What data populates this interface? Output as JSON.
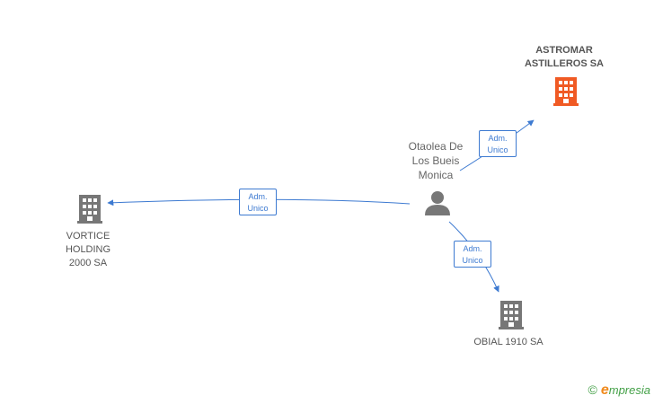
{
  "colors": {
    "edge": "#3d7ad1",
    "company": "#777777",
    "focus_company": "#f05a24",
    "person": "#777777"
  },
  "nodes": {
    "astromar": {
      "lines": [
        "ASTROMAR",
        "ASTILLEROS SA"
      ],
      "icon": "building-icon"
    },
    "person": {
      "lines": [
        "Otaolea De",
        "Los Bueis",
        "Monica"
      ],
      "icon": "person-icon"
    },
    "vortice": {
      "lines": [
        "VORTICE",
        "HOLDING",
        "2000 SA"
      ],
      "icon": "building-icon"
    },
    "obial": {
      "lines": [
        "OBIAL 1910 SA"
      ],
      "icon": "building-icon"
    }
  },
  "edges": [
    {
      "id": "to-astromar",
      "label": [
        "Adm.",
        "Unico"
      ]
    },
    {
      "id": "to-vortice",
      "label": [
        "Adm.",
        "Unico"
      ]
    },
    {
      "id": "to-obial",
      "label": [
        "Adm.",
        "Unico"
      ]
    }
  ],
  "brand": {
    "copyright": "©",
    "initial": "e",
    "name": "mpresia"
  }
}
